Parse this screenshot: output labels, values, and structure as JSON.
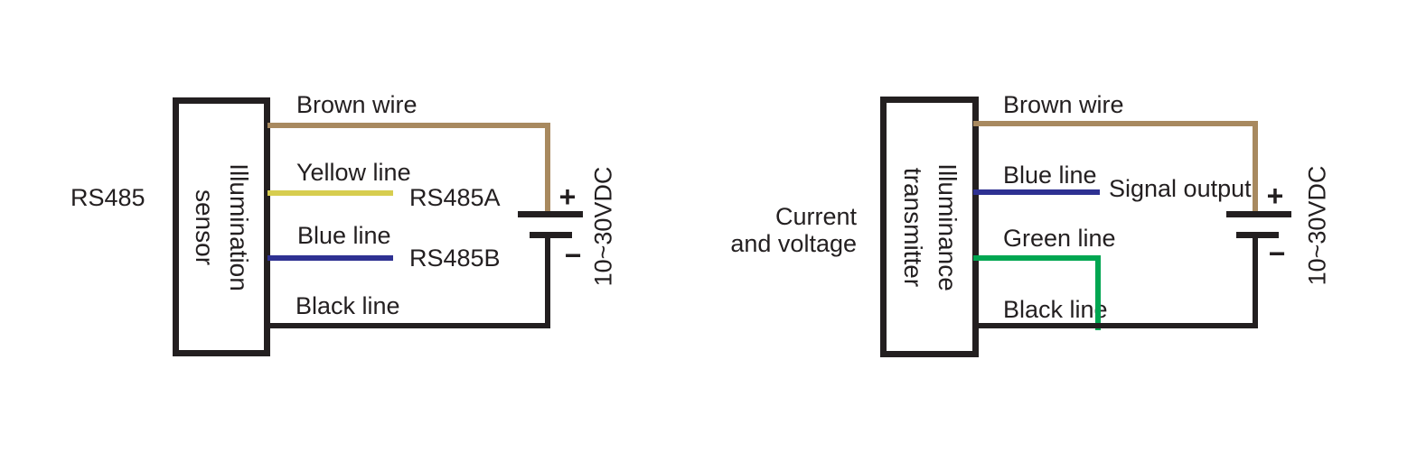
{
  "colors": {
    "ink": "#231f20",
    "brown_wire": "#a8895f",
    "yellow_wire": "#d7cd4f",
    "blue_wire": "#2e3192",
    "green_wire": "#00a651",
    "background": "#ffffff"
  },
  "left_diagram": {
    "bus_label": "RS485",
    "device": {
      "line1": "Illumination",
      "line2": "sensor"
    },
    "labels": {
      "brown": "Brown wire",
      "yellow": "Yellow line",
      "yellow_signal": "RS485A",
      "blue": "Blue line",
      "blue_signal": "RS485B",
      "black": "Black line"
    },
    "battery": {
      "plus": "+",
      "minus": "−",
      "voltage": "10~30VDC"
    }
  },
  "right_diagram": {
    "bus_label_line1": "Current",
    "bus_label_line2": "and voltage",
    "device": {
      "line1": "Illuminance",
      "line2": "transmitter"
    },
    "labels": {
      "brown": "Brown wire",
      "blue": "Blue line",
      "blue_signal": "Signal output",
      "green": "Green line",
      "black": "Black line"
    },
    "battery": {
      "plus": "+",
      "minus": "−",
      "voltage": "10~30VDC"
    }
  }
}
